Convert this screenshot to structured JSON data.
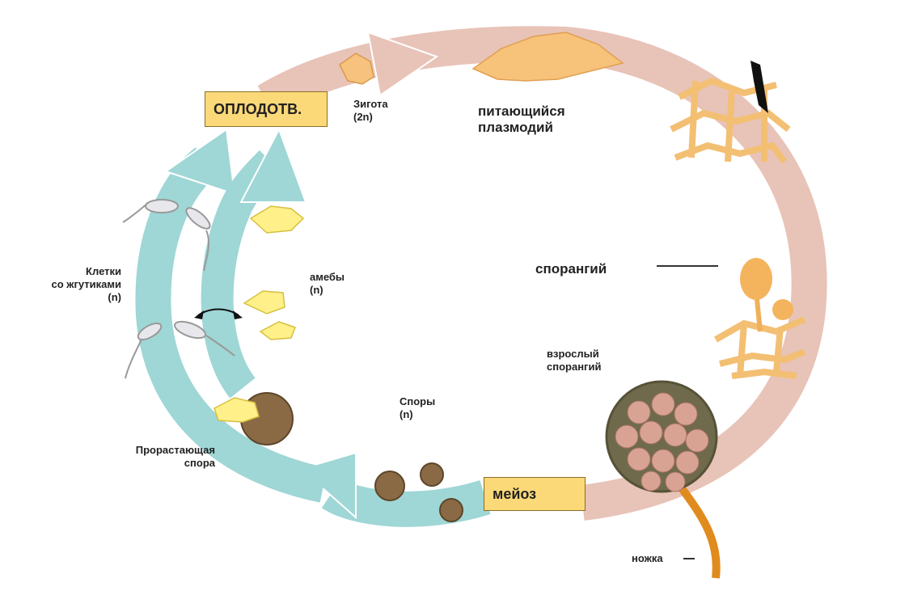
{
  "labels": {
    "fertilization": "ОПЛОДОТВ.",
    "zygote": "Зигота\n(2n)",
    "feeding_plasmodium": "питающийся\nплазмодий",
    "sporangium": "спорангий",
    "mature_sporangium": "взрослый\nспорангий",
    "stalk": "ножка",
    "meiosis": "мейоз",
    "spores": "Споры\n(n)",
    "germinating_spore": "Прорастающая\nспора",
    "flagellated_cells": "Клетки\nсо жгутиками\n(n)",
    "amoebas": "амебы\n(n)"
  },
  "colors": {
    "pink_arrow": "#e8c3b8",
    "teal_arrow": "#9fd6d6",
    "label_box": "#fbd978",
    "plasmodium": "#f7c27a",
    "spore": "#8a6a45"
  }
}
